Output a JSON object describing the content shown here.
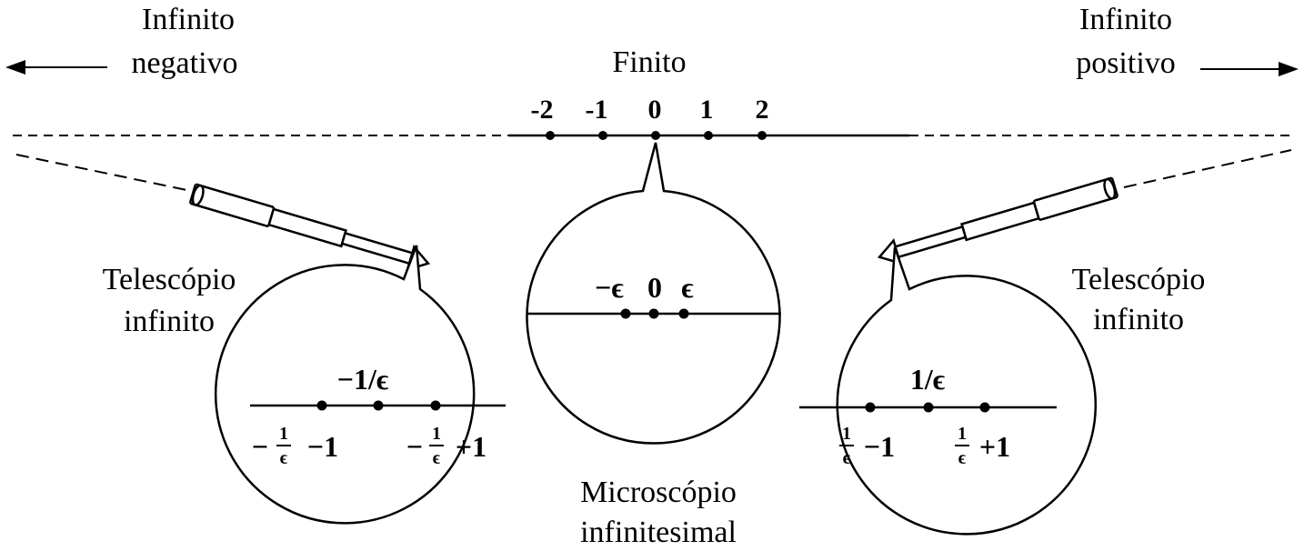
{
  "labels": {
    "infinito_negativo": [
      "Infinito",
      "negativo"
    ],
    "infinito_positivo": [
      "Infinito",
      "positivo"
    ],
    "finito": "Finito",
    "telescopio_esq": [
      "Telescópio",
      "infinito"
    ],
    "telescopio_dir": [
      "Telescópio",
      "infinito"
    ],
    "microscopio": [
      "Microscópio",
      "infinitesimal"
    ]
  },
  "main_line": {
    "ticks": [
      "-2",
      "-1",
      "0",
      "1",
      "2"
    ]
  },
  "microscope": {
    "labels": [
      "−ϵ",
      "0",
      "ϵ"
    ]
  },
  "telescope_left": {
    "center_label": "−1/ϵ",
    "left_sign": "−",
    "left_num": "1",
    "left_den": "ϵ",
    "left_tail": "−1",
    "right_sign": "−",
    "right_num": "1",
    "right_den": "ϵ",
    "right_tail": "+1"
  },
  "telescope_right": {
    "center_label": "1/ϵ",
    "left_num": "1",
    "left_den": "ϵ",
    "left_tail": "−1",
    "right_num": "1",
    "right_den": "ϵ",
    "right_tail": "+1"
  }
}
